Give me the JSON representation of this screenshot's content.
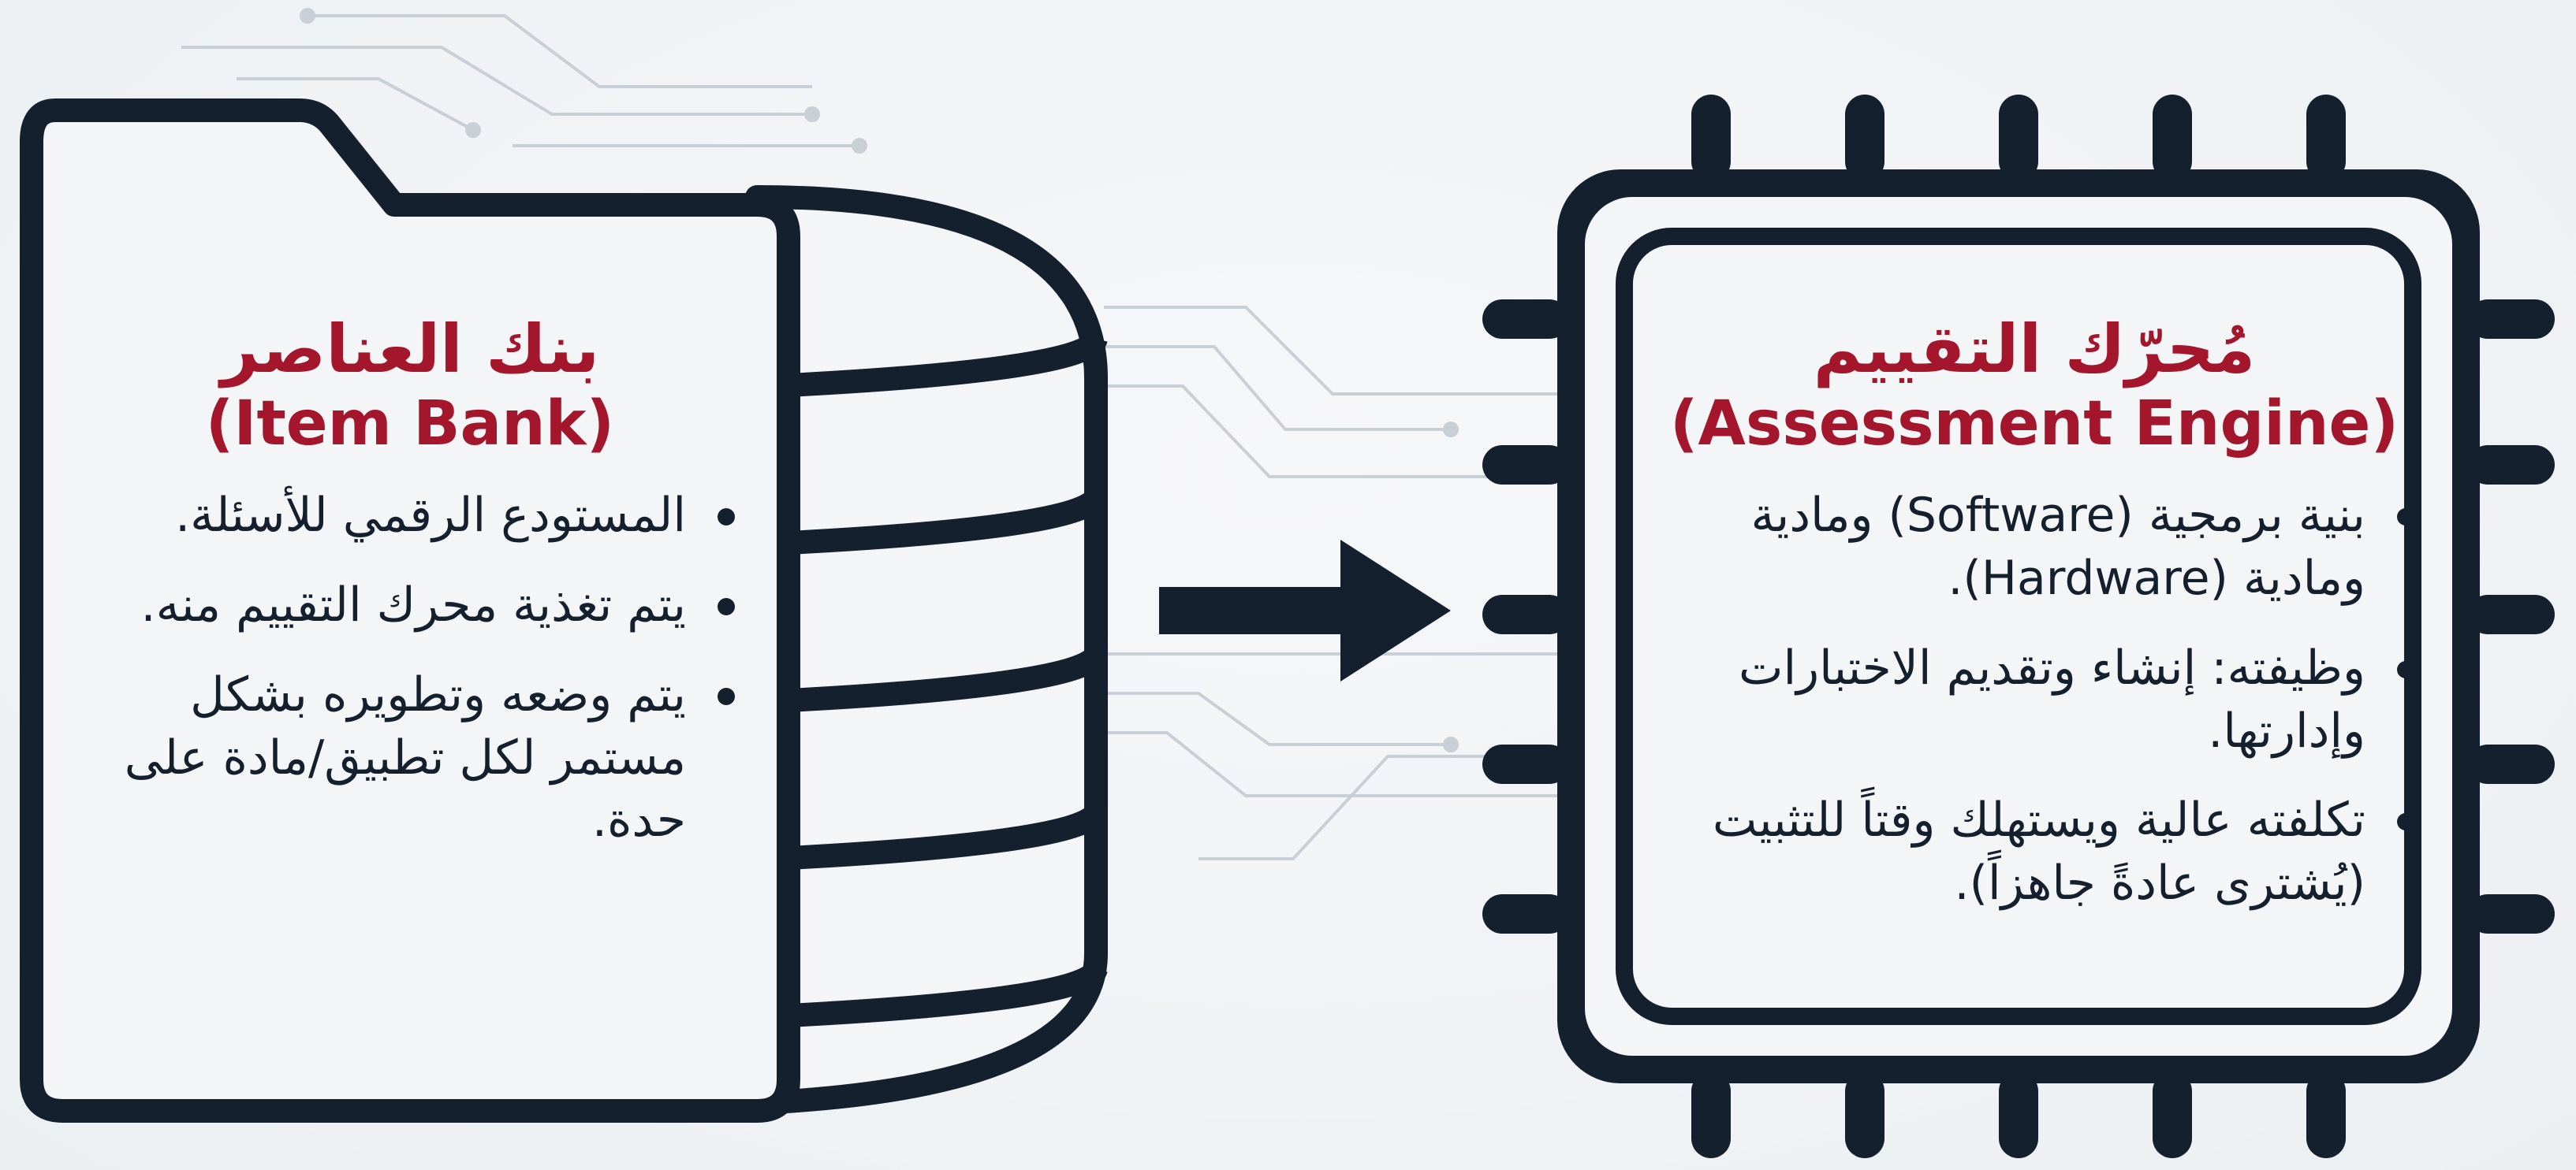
{
  "item_bank": {
    "title_ar": "بنك العناصر",
    "title_en": "(Item Bank)",
    "bullets": [
      "المستودع الرقمي للأسئلة.",
      "يتم تغذية محرك التقييم منه.",
      "يتم وضعه وتطويره بشكل مستمر لكل تطبيق/مادة على حدة."
    ]
  },
  "assessment_engine": {
    "title_ar": "مُحرّك التقييم",
    "title_en": "(Assessment Engine)",
    "bullets": [
      "بنية برمجية (Software) ومادية ومادية (Hardware).",
      "وظيفته: إنشاء وتقديم الاختبارات وإدارتها.",
      "تكلفته عالية ويستهلك وقتاً للتثبيت (يُشترى عادةً جاهزاً)."
    ]
  },
  "colors": {
    "title": "#a3162b",
    "outline": "#14202e",
    "background": "#eef1f4",
    "circuit": "#c9cfd6"
  },
  "icons": [
    "database-folder-icon",
    "arrow-right-icon",
    "chip-icon",
    "circuit-lines-icon"
  ]
}
